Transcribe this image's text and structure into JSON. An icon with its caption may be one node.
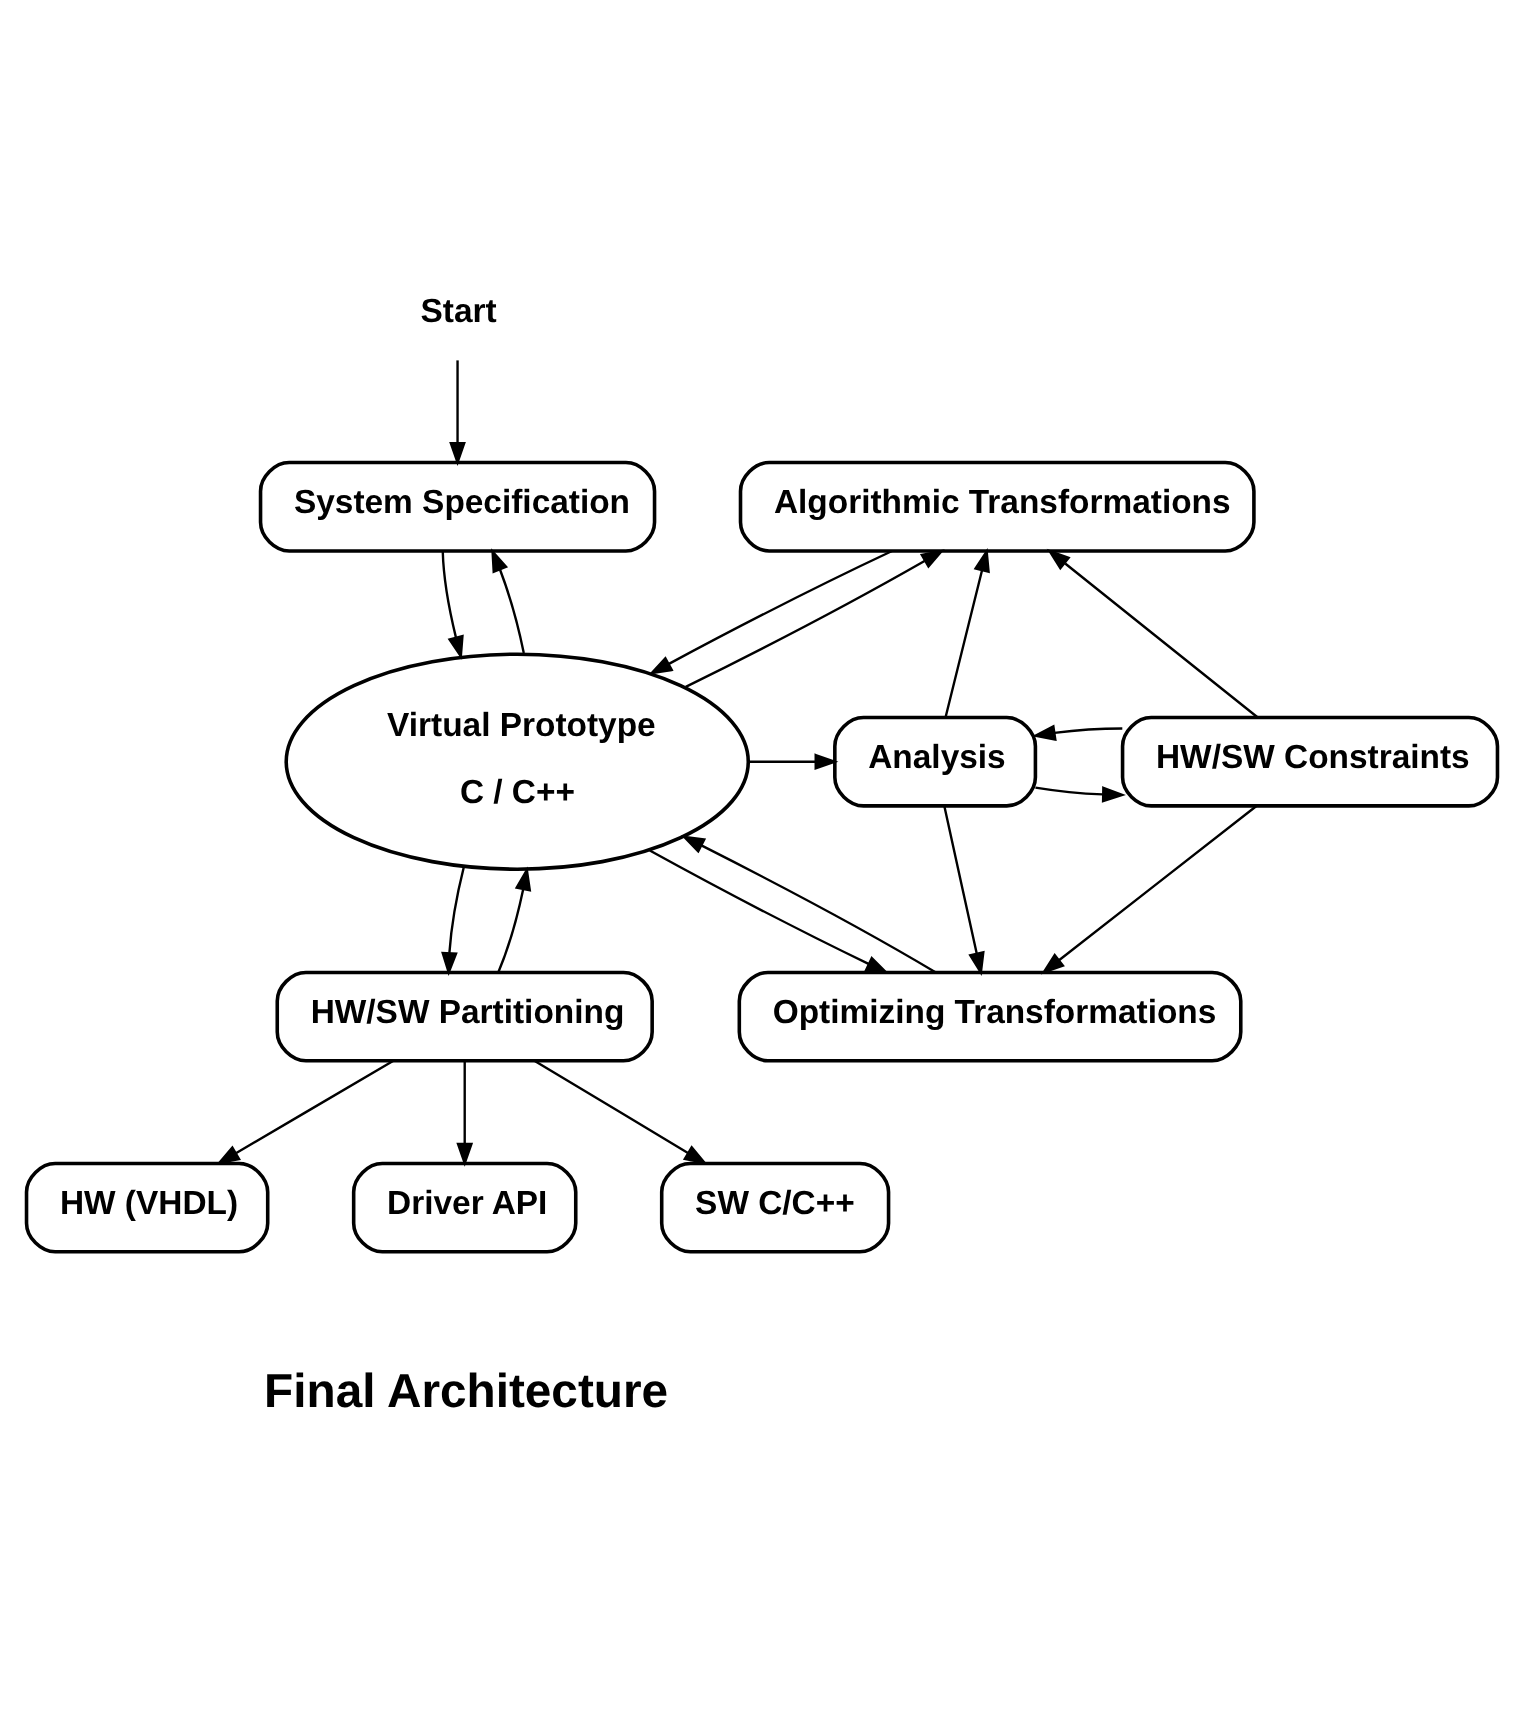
{
  "diagram": {
    "nodes": [
      {
        "text": [
          "Start"
        ]
      },
      {
        "text": [
          "System Specification"
        ]
      },
      {
        "text": [
          "Algorithmic Transformations"
        ]
      },
      {
        "text": [
          "Virtual Prototype",
          "C / C++"
        ]
      },
      {
        "text": [
          "Analysis"
        ]
      },
      {
        "text": [
          "HW/SW Constraints"
        ]
      },
      {
        "text": [
          "HW/SW Partitioning"
        ]
      },
      {
        "text": [
          "Optimizing Transformations"
        ]
      },
      {
        "text": [
          "HW (VHDL)"
        ]
      },
      {
        "text": [
          "Driver API"
        ]
      },
      {
        "text": [
          "SW C/C++"
        ]
      }
    ],
    "edges": [
      {
        "from": 0,
        "to": 1,
        "arrow": "to"
      },
      {
        "from": 3,
        "to": 1,
        "arrow": "to"
      },
      {
        "from": 1,
        "to": 3,
        "arrow": "to"
      },
      {
        "from": 3,
        "to": 2,
        "arrow": "to"
      },
      {
        "from": 2,
        "to": 3,
        "arrow": "to"
      },
      {
        "from": 3,
        "to": 4,
        "arrow": "to"
      },
      {
        "from": 4,
        "to": 2,
        "arrow": "to"
      },
      {
        "from": 5,
        "to": 2,
        "arrow": "to"
      },
      {
        "from": 4,
        "to": 5,
        "arrow": "to"
      },
      {
        "from": 5,
        "to": 4,
        "arrow": "to"
      },
      {
        "from": 3,
        "to": 7,
        "arrow": "to"
      },
      {
        "from": 7,
        "to": 3,
        "arrow": "to"
      },
      {
        "from": 4,
        "to": 7,
        "arrow": "to"
      },
      {
        "from": 5,
        "to": 7,
        "arrow": "to"
      },
      {
        "from": 6,
        "to": 3,
        "arrow": "to"
      },
      {
        "from": 3,
        "to": 6,
        "arrow": "to"
      },
      {
        "from": 6,
        "to": 8,
        "arrow": "to"
      },
      {
        "from": 6,
        "to": 9,
        "arrow": "to"
      },
      {
        "from": 6,
        "to": 10,
        "arrow": "to"
      }
    ],
    "labels": [
      "Final Architecture"
    ]
  }
}
